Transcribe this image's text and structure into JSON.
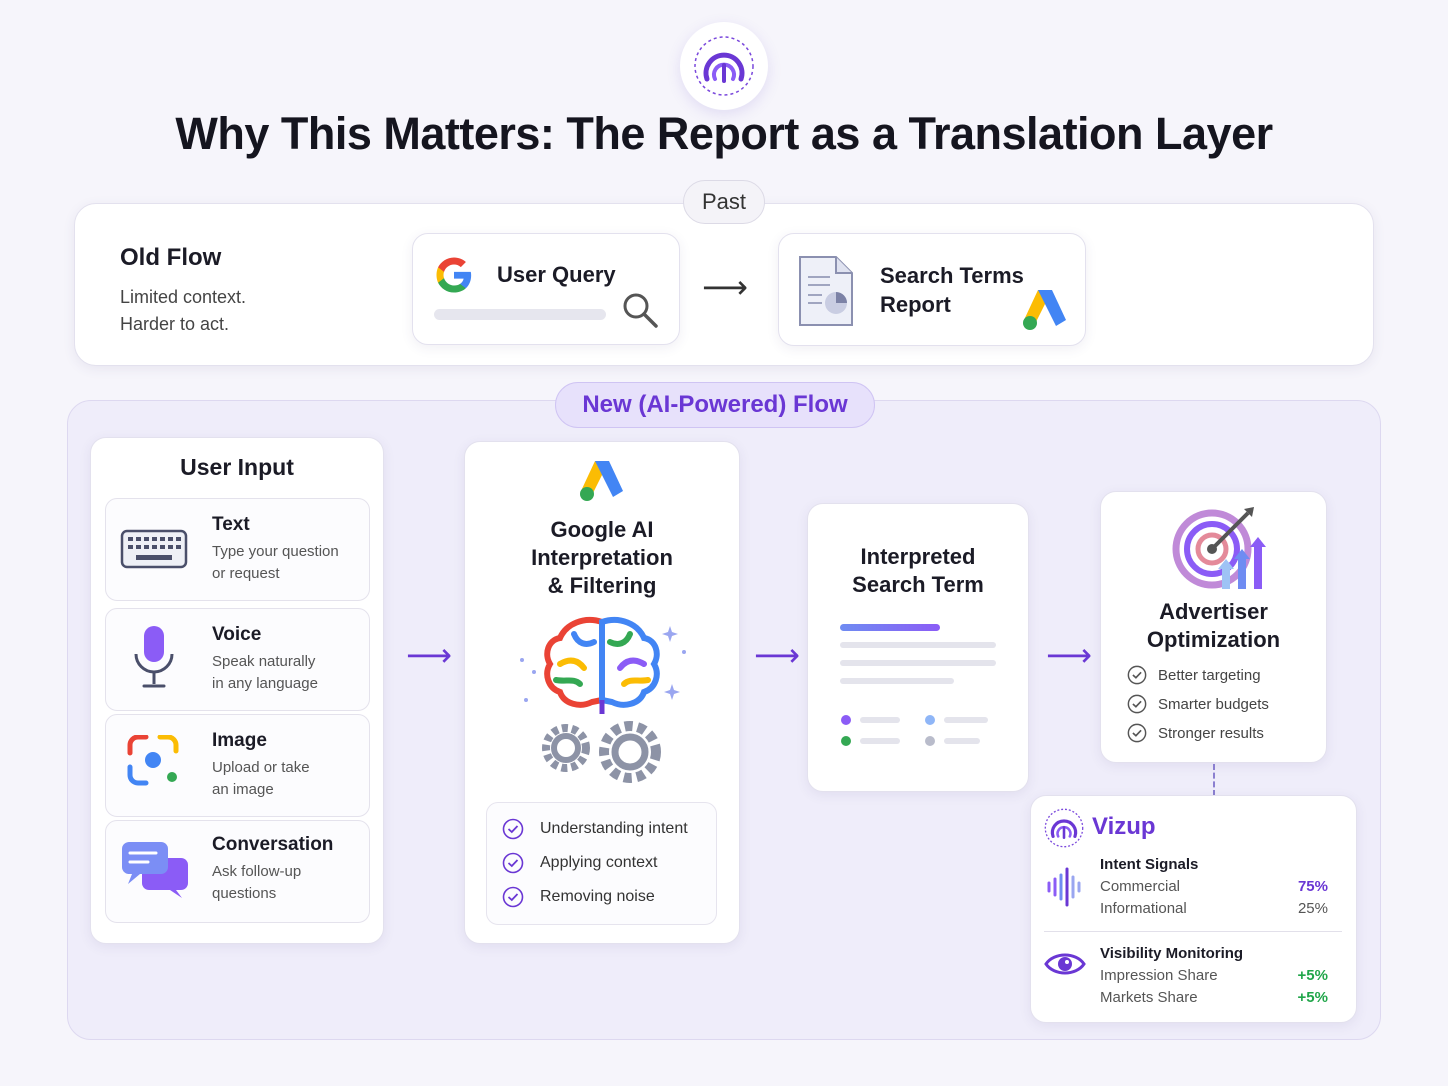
{
  "title": "Why This Matters: The Report as a Translation Layer",
  "past": {
    "pill": "Past",
    "old_flow_title": "Old Flow",
    "old_flow_desc_1": "Limited context.",
    "old_flow_desc_2": "Harder to act.",
    "user_query": "User Query",
    "search_terms_line1": "Search Terms",
    "search_terms_line2": "Report"
  },
  "new_flow": {
    "pill": "New (AI-Powered) Flow",
    "user_input": {
      "title": "User Input",
      "items": [
        {
          "title": "Text",
          "desc1": "Type your question",
          "desc2": "or request",
          "icon": "keyboard-icon"
        },
        {
          "title": "Voice",
          "desc1": "Speak naturally",
          "desc2": "in any language",
          "icon": "microphone-icon"
        },
        {
          "title": "Image",
          "desc1": "Upload or take",
          "desc2": "an image",
          "icon": "lens-icon"
        },
        {
          "title": "Conversation",
          "desc1": "Ask follow-up",
          "desc2": "questions",
          "icon": "chat-bubbles-icon"
        }
      ]
    },
    "ai": {
      "title_line1": "Google AI",
      "title_line2": "Interpretation",
      "title_line3": "& Filtering",
      "checks": [
        "Understanding intent",
        "Applying context",
        "Removing noise"
      ]
    },
    "interpreted": {
      "title_line1": "Interpreted",
      "title_line2": "Search Term"
    },
    "advertiser": {
      "title_line1": "Advertiser",
      "title_line2": "Optimization",
      "checks": [
        "Better targeting",
        "Smarter budgets",
        "Stronger results"
      ]
    },
    "vizup": {
      "name": "Vizup",
      "intent_title": "Intent Signals",
      "intent_rows": [
        {
          "label": "Commercial",
          "value": "75%"
        },
        {
          "label": "Informational",
          "value": "25%"
        }
      ],
      "visibility_title": "Visibility Monitoring",
      "visibility_rows": [
        {
          "label": "Impression Share",
          "value": "+5%"
        },
        {
          "label": "Markets Share",
          "value": "+5%"
        }
      ]
    }
  },
  "colors": {
    "accent_purple": "#6a37d4",
    "google_blue": "#4285f4",
    "google_red": "#ea4335",
    "google_yellow": "#fbbc04",
    "google_green": "#34a853",
    "positive_green": "#21a64a"
  }
}
